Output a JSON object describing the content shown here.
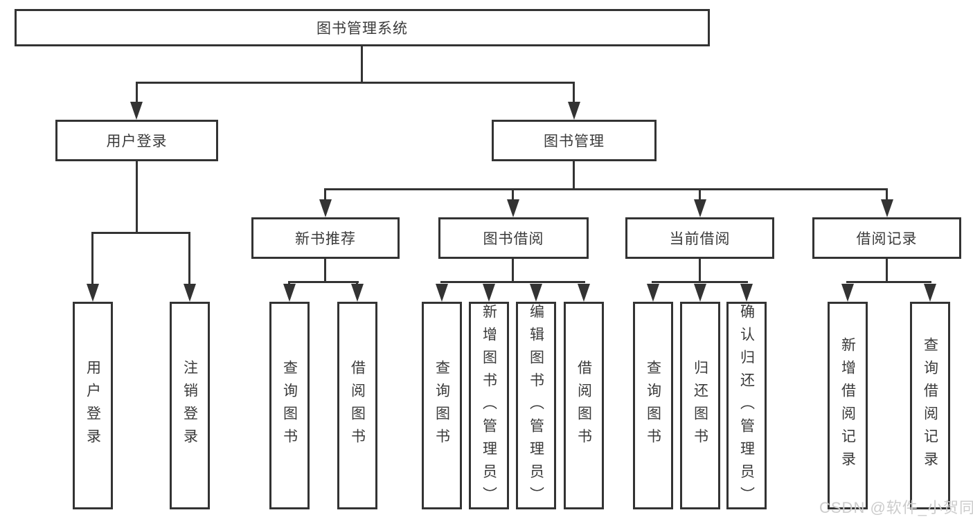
{
  "nodes": {
    "root": "图书管理系统",
    "user_login": "用户登录",
    "book_mgmt": "图书管理",
    "new_book_rec": "新书推荐",
    "book_borrow": "图书借阅",
    "current_borrow": "当前借阅",
    "borrow_records": "借阅记录",
    "leaf_user_login": "用户登录",
    "leaf_logout": "注销登录",
    "leaf_nb_query": "查询图书",
    "leaf_nb_borrow": "借阅图书",
    "leaf_bb_query": "查询图书",
    "leaf_bb_add": "新增图书（管理员）",
    "leaf_bb_edit": "编辑图书（管理员）",
    "leaf_bb_borrow": "借阅图书",
    "leaf_cb_query": "查询图书",
    "leaf_cb_return": "归还图书",
    "leaf_cb_confirm": "确认归还（管理员）",
    "leaf_br_add": "新增借阅记录",
    "leaf_br_query": "查询借阅记录"
  },
  "watermark": "CSDN @软件_小贺同学",
  "colors": {
    "line": "#333333",
    "text": "#3a3a3a",
    "watermark": "#cccccc"
  }
}
